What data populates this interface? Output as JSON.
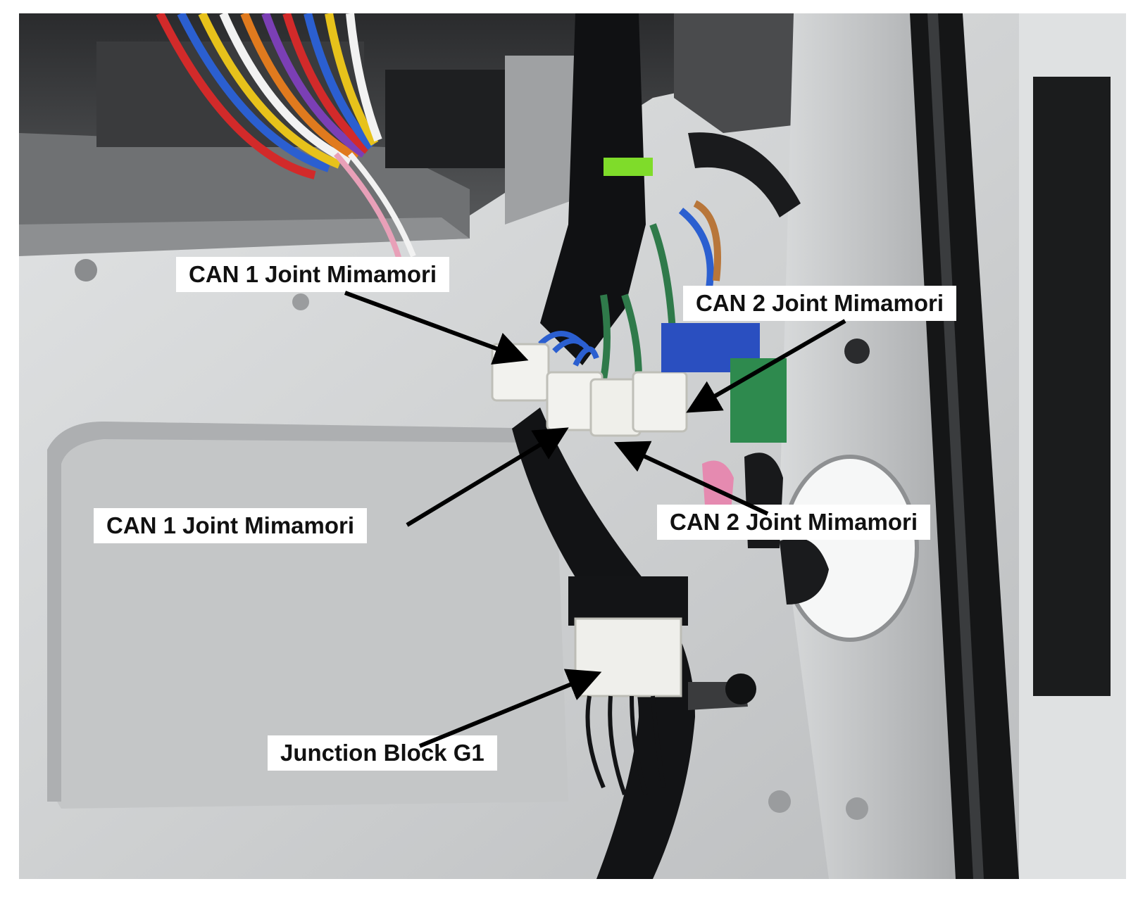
{
  "image": {
    "subject": "under-dash wiring harness with CAN joint connectors and junction block",
    "colors": {
      "frame_border": "#ffffff",
      "panel_light": "#d6d8d9",
      "panel_shadow": "#9a9c9e",
      "harness_black": "#111214",
      "connector_white": "#f2f2ee",
      "wire_blue": "#2b5fd0",
      "wire_green": "#2f7a4a",
      "tape_green": "#7fdc2a"
    }
  },
  "callouts": [
    {
      "id": "can1-top",
      "text": "CAN 1 Joint Mimamori",
      "icon": "arrow-icon"
    },
    {
      "id": "can2-top",
      "text": "CAN 2 Joint Mimamori",
      "icon": "arrow-icon"
    },
    {
      "id": "can1-bottom",
      "text": "CAN 1 Joint Mimamori",
      "icon": "arrow-icon"
    },
    {
      "id": "can2-bottom",
      "text": "CAN 2 Joint Mimamori",
      "icon": "arrow-icon"
    },
    {
      "id": "junction",
      "text": "Junction Block G1",
      "icon": "arrow-icon"
    }
  ]
}
